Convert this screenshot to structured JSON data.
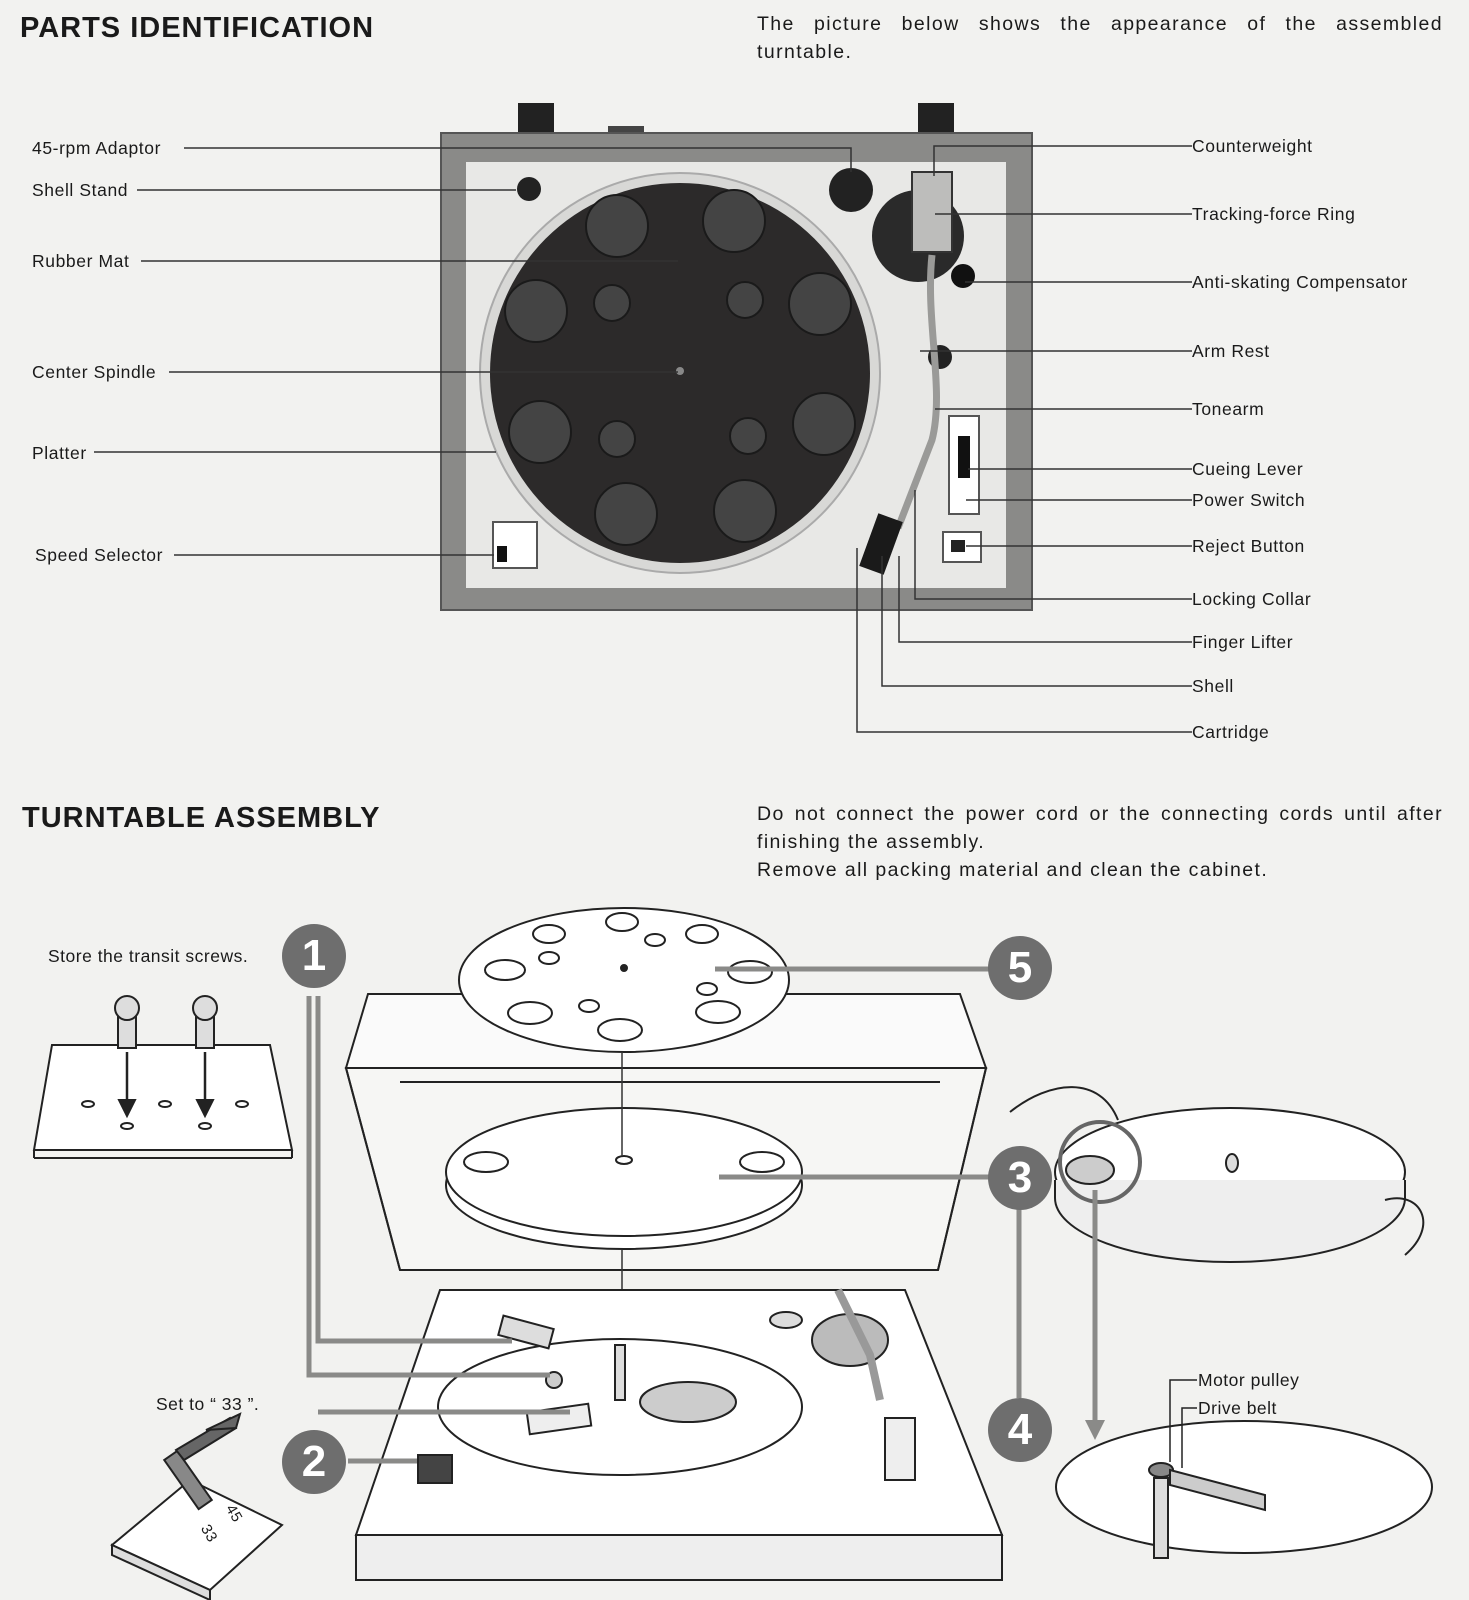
{
  "parts_identification": {
    "heading": "PARTS IDENTIFICATION",
    "intro": "The picture below shows the appearance of the assembled turntable.",
    "left_labels": [
      "45-rpm Adaptor",
      "Shell Stand",
      "Rubber Mat",
      "Center Spindle",
      "Platter",
      "Speed Selector"
    ],
    "right_labels": [
      "Counterweight",
      "Tracking-force Ring",
      "Anti-skating Compensator",
      "Arm Rest",
      "Tonearm",
      "Cueing Lever",
      "Power Switch",
      "Reject Button",
      "Locking Collar",
      "Finger Lifter",
      "Shell",
      "Cartridge"
    ]
  },
  "turntable_assembly": {
    "heading": "TURNTABLE ASSEMBLY",
    "intro_line1": "Do not connect the power cord or the connecting cords until after finishing the assembly.",
    "intro_line2": "Remove all packing material and clean the cabinet.",
    "store_note": "Store the transit screws.",
    "speed_note": "Set to “ 33 ”.",
    "speed_marks": [
      "45",
      "33"
    ],
    "steps": [
      "1",
      "2",
      "3",
      "4",
      "5"
    ],
    "pulley_labels": [
      "Motor pulley",
      "Drive belt"
    ]
  },
  "colors": {
    "plinth": "#8a8a88",
    "deck": "#e6e6e4",
    "mat": "#2a2a2a",
    "step_badge": "#6e6e6e",
    "leader_lines": "#777777"
  }
}
